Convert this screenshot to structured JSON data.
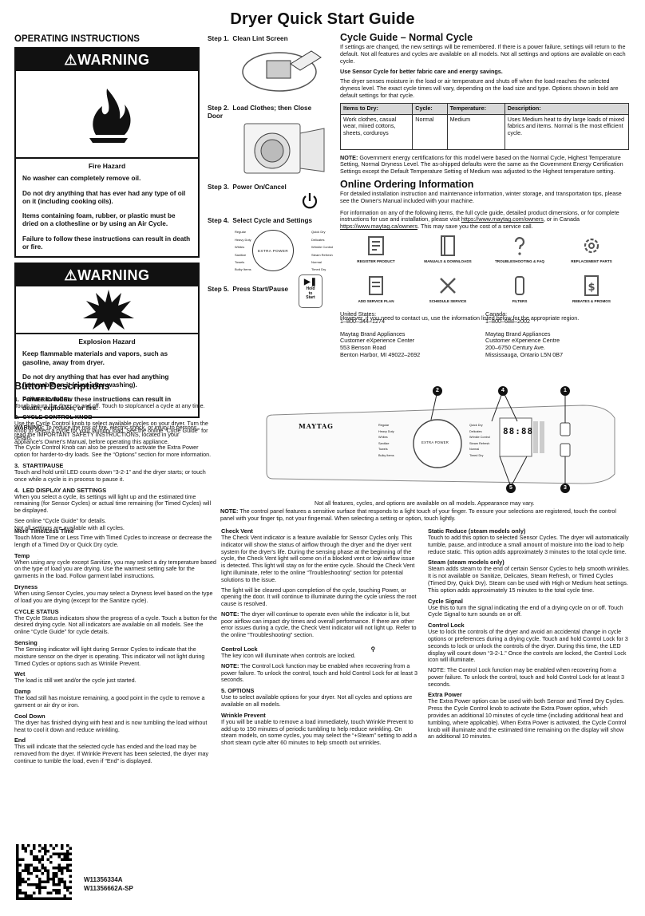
{
  "title": "Dryer Quick Start Guide",
  "operating": {
    "heading": "OPERATING INSTRUCTIONS",
    "warning_label": "WARNING",
    "fire": {
      "title": "Fire Hazard",
      "lines": [
        "No washer can completely remove oil.",
        "Do not dry anything that has ever had any type of oil on it (including cooking oils).",
        "Items containing foam, rubber, or plastic must be dried on a clothesline or by using an Air Cycle.",
        "Failure to follow these instructions can result in death or fire."
      ]
    },
    "explosion": {
      "title": "Explosion Hazard",
      "lines": [
        "Keep flammable materials and vapors, such as gasoline, away from dryer.",
        "Do not dry anything that has ever had anything flammable on it (even after washing).",
        "Failure to follow these instructions can result in death, explosion, or fire."
      ]
    },
    "warning_note_label": "WARNING:",
    "warning_note": "To reduce the risk of fire, electric shock, or injury to persons, read the IMPORTANT SAFETY INSTRUCTIONS, located in your appliance's Owner's Manual, before operating this appliance."
  },
  "steps": [
    {
      "label": "Step 1.",
      "text": "Clean Lint Screen"
    },
    {
      "label": "Step 2.",
      "text": "Load Clothes; then Close Door"
    },
    {
      "label": "Step 3.",
      "text": "Power On/Cancel"
    },
    {
      "label": "Step 4.",
      "text": "Select Cycle and Settings"
    },
    {
      "label": "Step 5.",
      "text": "Press Start/Pause"
    }
  ],
  "knob": {
    "center": "EXTRA POWER",
    "left": [
      "Regular",
      "Heavy Duty",
      "Whites",
      "Sanitize",
      "Towels",
      "Bulky Items"
    ],
    "right": [
      "Quick Dry",
      "Delicates",
      "Wrinkle Control",
      "Steam Refresh",
      "Normal",
      "Timed Dry"
    ]
  },
  "start_button": {
    "line1": "Hold",
    "line2": "to",
    "line3": "Start"
  },
  "cycle_guide": {
    "heading": "Cycle Guide – Normal Cycle",
    "intro": "If settings are changed, the new settings will be remembered. If there is a power failure, settings will return to the default. Not all features and cycles are available on all models. Not all settings and options are available on each cycle.",
    "sensor_bold": "Use Sensor Cycle for better fabric care and energy savings.",
    "sensor_text": "The dryer senses moisture in the load or air temperature and shuts off when the load reaches the selected dryness level. The exact cycle times will vary, depending on the load size and type. Options shown in bold are default settings for that cycle.",
    "table_headers": [
      "Items to Dry:",
      "Cycle:",
      "Temperature:",
      "Description:"
    ],
    "table_row": [
      "Work clothes, casual wear, mixed cottons, sheets, corduroys",
      "Normal",
      "Medium",
      "Uses Medium heat to dry large loads of mixed fabrics and items. Normal is the most efficient cycle."
    ],
    "note_label": "NOTE:",
    "note": "Government energy certifications for this model were based on the Normal Cycle, Highest Temperature Setting, Normal Dryness Level. The as-shipped defaults were the same as the Government Energy Certification Settings except the Default Temperature Setting of Medium was adjusted to the Highest temperature setting."
  },
  "online": {
    "heading": "Online Ordering Information",
    "p1": "For detailed installation instruction and maintenance information, winter storage, and transportation tips, please see the Owner's Manual included with your machine.",
    "p2a": "For information on any of the following items, the full cycle guide, detailed product dimensions, or for complete instructions for use and installation, please visit ",
    "url1": "https://www.maytag.com/owners",
    "p2b": ", or in Canada ",
    "url2": "https://www.maytag.ca/owners",
    "p2c": ". This may save you the cost of a service call.",
    "icons": [
      "REGISTER PRODUCT",
      "MANUALS & DOWNLOADS",
      "TROUBLESHOOTING & FAQ",
      "REPLACEMENT PARTS",
      "ADD SERVICE PLAN",
      "SCHEDULE SERVICE",
      "FILTERS",
      "REBATES & PROMOS"
    ],
    "contact": "However, if you need to contact us, use the information listed below for the appropriate region.",
    "us": [
      "United States:",
      "1–800–344–1274",
      "",
      "Maytag Brand Appliances",
      "Customer eXperience Center",
      "553 Benson Road",
      "Benton Harbor, MI 49022–2692"
    ],
    "ca": [
      "Canada:",
      "1–800–688–2002",
      "",
      "Maytag Brand Appliances",
      "Customer eXperience Centre",
      "200–6750 Century Ave.",
      "Mississauga, Ontario L5N 0B7"
    ]
  },
  "buttons": {
    "heading": "Button Descriptions",
    "items": [
      {
        "num": "1.",
        "title": "POWER/CANCEL",
        "text": [
          "Touch to turn the dryer on and off. Touch to stop/cancel a cycle at any time."
        ]
      },
      {
        "num": "2.",
        "title": "CYCLE CONTROL KNOB",
        "text": [
          "Use the Cycle Control knob to select available cycles on your dryer. Turn the knob to select a cycle for your laundry load. See the online “Cycle Guide” for details.",
          "The Cycle Control Knob can also be pressed to activate the Extra Power option for harder-to-dry loads. See the “Options” section for more information."
        ]
      },
      {
        "num": "3.",
        "title": "START/PAUSE",
        "text": [
          "Touch and hold until LED counts down “3-2-1” and the dryer starts; or touch once while a cycle is in process to pause it."
        ]
      },
      {
        "num": "4.",
        "title": "LED DISPLAY AND SETTINGS",
        "text": [
          "When you select a cycle, its settings will light up and the estimated time remaining (for Sensor Cycles) or actual time remaining (for Timed Cycles) will be displayed.",
          "See online “Cycle Guide” for details.\nNot all settings are available with all cycles."
        ]
      }
    ]
  },
  "panel": {
    "brand": "MAYTAG",
    "display": "88:88",
    "callouts": [
      "1",
      "2",
      "3",
      "4",
      "5"
    ],
    "caption": "Not all features, cycles, and options are available on all models. Appearance may vary.",
    "note_label": "NOTE:",
    "note": "The control panel features a sensitive surface that responds to a light touch of your finger. To ensure your selections are registered, touch the control panel with your finger tip, not your fingernail. When selecting a setting or option, touch lightly."
  },
  "col1": [
    {
      "h": "More Time/Less Time",
      "t": "Touch More Time or Less Time with Timed Cycles to increase or decrease the length of a Timed Dry or Quick Dry cycle."
    },
    {
      "h": "Temp",
      "t": "When using any cycle except Sanitize, you may select a dry temperature based on the type of load you are drying. Use the warmest setting safe for the garments in the load. Follow garment label instructions."
    },
    {
      "h": "Dryness",
      "t": "When using Sensor Cycles, you may select a Dryness level based on the type of load you are drying (except for the Sanitize cycle)."
    },
    {
      "h": "CYCLE STATUS",
      "t": "The Cycle Status indicators show the progress of a cycle. Touch a button for the desired drying cycle. Not all indicators are available on all models. See the online “Cycle Guide” for cycle details."
    },
    {
      "h": "Sensing",
      "t": "The Sensing indicator will light during Sensor Cycles to indicate that the moisture sensor on the dryer is operating. This indicator will not light during Timed Cycles or options such as Wrinkle Prevent."
    },
    {
      "h": "Wet",
      "t": "The load is still wet and/or the cycle just started."
    },
    {
      "h": "Damp",
      "t": "The load still has moisture remaining, a good point in the cycle to remove a garment or air dry or iron."
    },
    {
      "h": "Cool Down",
      "t": "The dryer has finished drying with heat and is now tumbling the load without heat to cool it down and reduce wrinkling."
    },
    {
      "h": "End",
      "t": "This will indicate that the selected cycle has ended and the load may be removed from the dryer. If Wrinkle Prevent has been selected, the dryer may continue to tumble the load, even if “End” is displayed."
    }
  ],
  "col2": {
    "check_vent_h": "Check Vent",
    "check_vent": "The Check Vent indicator is a feature available for Sensor Cycles only. This indicator will show the status of airflow through the dryer and the dryer vent system for the dryer's life. During the sensing phase at the beginning of the cycle, the Check Vent light will come on if a blocked vent or low airflow issue is detected. This light will stay on for the entire cycle. Should the Check Vent light illuminate, refer to the online “Troubleshooting” section for potential solutions to the issue.",
    "check_vent2": "The light will be cleared upon completion of the cycle, touching Power, or opening the door. It will continue to illuminate during the cycle unless the root cause is resolved.",
    "check_vent_note_label": "NOTE:",
    "check_vent_note": "The dryer will continue to operate even while the indicator is lit, but poor airflow can impact dry times and overall performance. If there are other error issues during a cycle, the Check Vent indicator will not light up. Refer to the online “Troubleshooting” section.",
    "lock_h": "Control Lock",
    "lock": "The key icon will illuminate when controls are locked.",
    "lock_note_label": "NOTE:",
    "lock_note": "The Control Lock function may be enabled when recovering from a power failure. To unlock the control, touch and hold Control Lock for at least 3 seconds.",
    "options_h": "5.   OPTIONS",
    "options": "Use to select available options for your dryer. Not all cycles and options are available on all models.",
    "wrinkle_h": "Wrinkle Prevent",
    "wrinkle": "If you will be unable to remove a load immediately, touch Wrinkle Prevent to add up to 150 minutes of periodic tumbling to help reduce wrinkling. On steam models, on some cycles, you may select the “+Steam” setting to add a short steam cycle after 60 minutes to help smooth out wrinkles."
  },
  "col3": [
    {
      "h": "Static Reduce (steam models only)",
      "t": "Touch to add this option to selected Sensor Cycles. The dryer will automatically tumble, pause, and introduce a small amount of moisture into the load to help reduce static. This option adds approximately 3 minutes to the total cycle time."
    },
    {
      "h": "Steam (steam models only)",
      "t": "Steam adds steam to the end of certain Sensor Cycles to help smooth wrinkles. It is not available on Sanitize, Delicates, Steam Refresh, or Timed Cycles (Timed Dry, Quick Dry). Steam can be used with High or Medium heat settings. This option adds approximately 15 minutes to the total cycle time."
    },
    {
      "h": "Cycle Signal",
      "t": "Use this to turn the signal indicating the end of a drying cycle on or off. Touch Cycle Signal to turn sounds on or off."
    },
    {
      "h": "Control Lock",
      "t": "Use to lock the controls of the dryer and avoid an accidental change in cycle options or preferences during a drying cycle. Touch and hold Control Lock for 3 seconds to lock or unlock the controls of the dryer. During this time, the LED display will count down “3-2-1.” Once the controls are locked, the Control Lock icon will illuminate."
    },
    {
      "h": "",
      "t": "NOTE: The Control Lock function may be enabled when recovering from a power failure. To unlock the control, touch and hold Control Lock for at least 3 seconds."
    },
    {
      "h": "Extra Power",
      "t": "The Extra Power option can be used with both Sensor and Timed Dry Cycles. Press the Cycle Control knob to activate the Extra Power option, which provides an additional 10 minutes of cycle time (including additional heat and tumbling, where applicable). When Extra Power is activated, the Cycle Control knob will illuminate and the estimated time remaining on the display will show an additional 10 minutes."
    }
  ],
  "footer": {
    "code1": "W11356334A",
    "code2": "W11356662A-SP"
  }
}
